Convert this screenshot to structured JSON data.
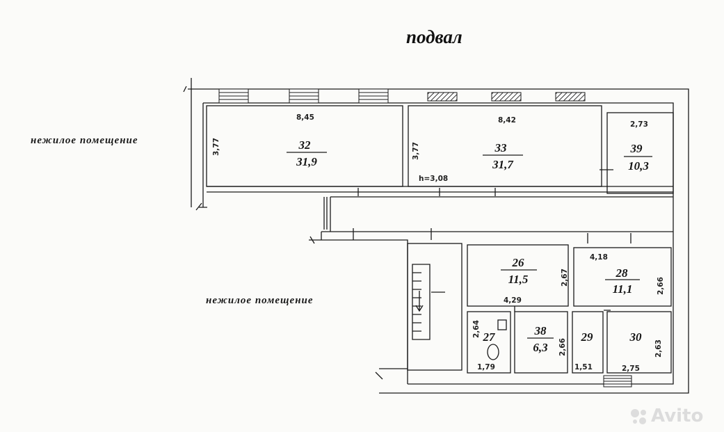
{
  "title": "подвал",
  "zones": {
    "top": "нежилое помещение",
    "middle": "нежилое помещение"
  },
  "rooms": [
    {
      "id": "r32",
      "number": "32",
      "area": "31,9"
    },
    {
      "id": "r33",
      "number": "33",
      "area": "31,7"
    },
    {
      "id": "r39",
      "number": "39",
      "area": "10,3"
    },
    {
      "id": "r26",
      "number": "26",
      "area": "11,5"
    },
    {
      "id": "r28",
      "number": "28",
      "area": "11,1"
    },
    {
      "id": "r27",
      "number": "27",
      "area": ""
    },
    {
      "id": "r38",
      "number": "38",
      "area": "6,3"
    },
    {
      "id": "r29",
      "number": "29",
      "area": ""
    },
    {
      "id": "r30",
      "number": "30",
      "area": ""
    }
  ],
  "dimensions": {
    "d845": "8,45",
    "d842": "8,42",
    "d273": "2,73",
    "d377a": "3,77",
    "d377b": "3,77",
    "h": "h=3,08",
    "d418": "4,18",
    "d267": "2,67",
    "d266a": "2,66",
    "d429": "4,29",
    "d264": "2,64",
    "d266b": "2,66",
    "d263": "2,63",
    "d179": "1,79",
    "d151": "1,51",
    "d275": "2,75"
  },
  "watermark": "Avito",
  "colors": {
    "line": "#1a1a1a",
    "hatch": "#3a3a3a",
    "paper": "#fbfbf9"
  }
}
